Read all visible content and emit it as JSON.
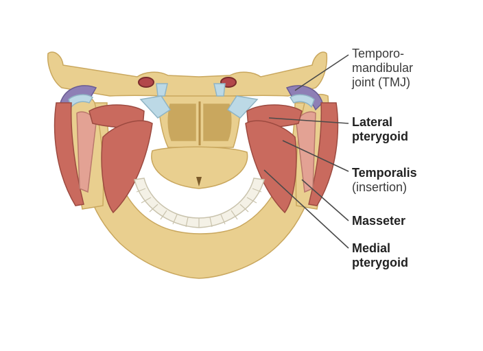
{
  "labels": {
    "tmj": {
      "line1": "Temporo-",
      "line2": "mandibular",
      "line3": "joint (TMJ)"
    },
    "lateral_pterygoid": {
      "line1": "Lateral",
      "line2": "pterygoid"
    },
    "temporalis": {
      "line1": "Temporalis",
      "line2": "(insertion)"
    },
    "masseter": {
      "line1": "Masseter"
    },
    "medial_pterygoid": {
      "line1": "Medial",
      "line2": "pterygoid"
    }
  },
  "colors": {
    "bone": "#e9cf8f",
    "bone_shadow": "#c9a75e",
    "muscle": "#c96a5e",
    "muscle_light": "#e3a294",
    "cartilage": "#bcd9e6",
    "disc": "#8e7fb5",
    "teeth": "#f4f1e6",
    "leader": "#4a4a4a"
  }
}
